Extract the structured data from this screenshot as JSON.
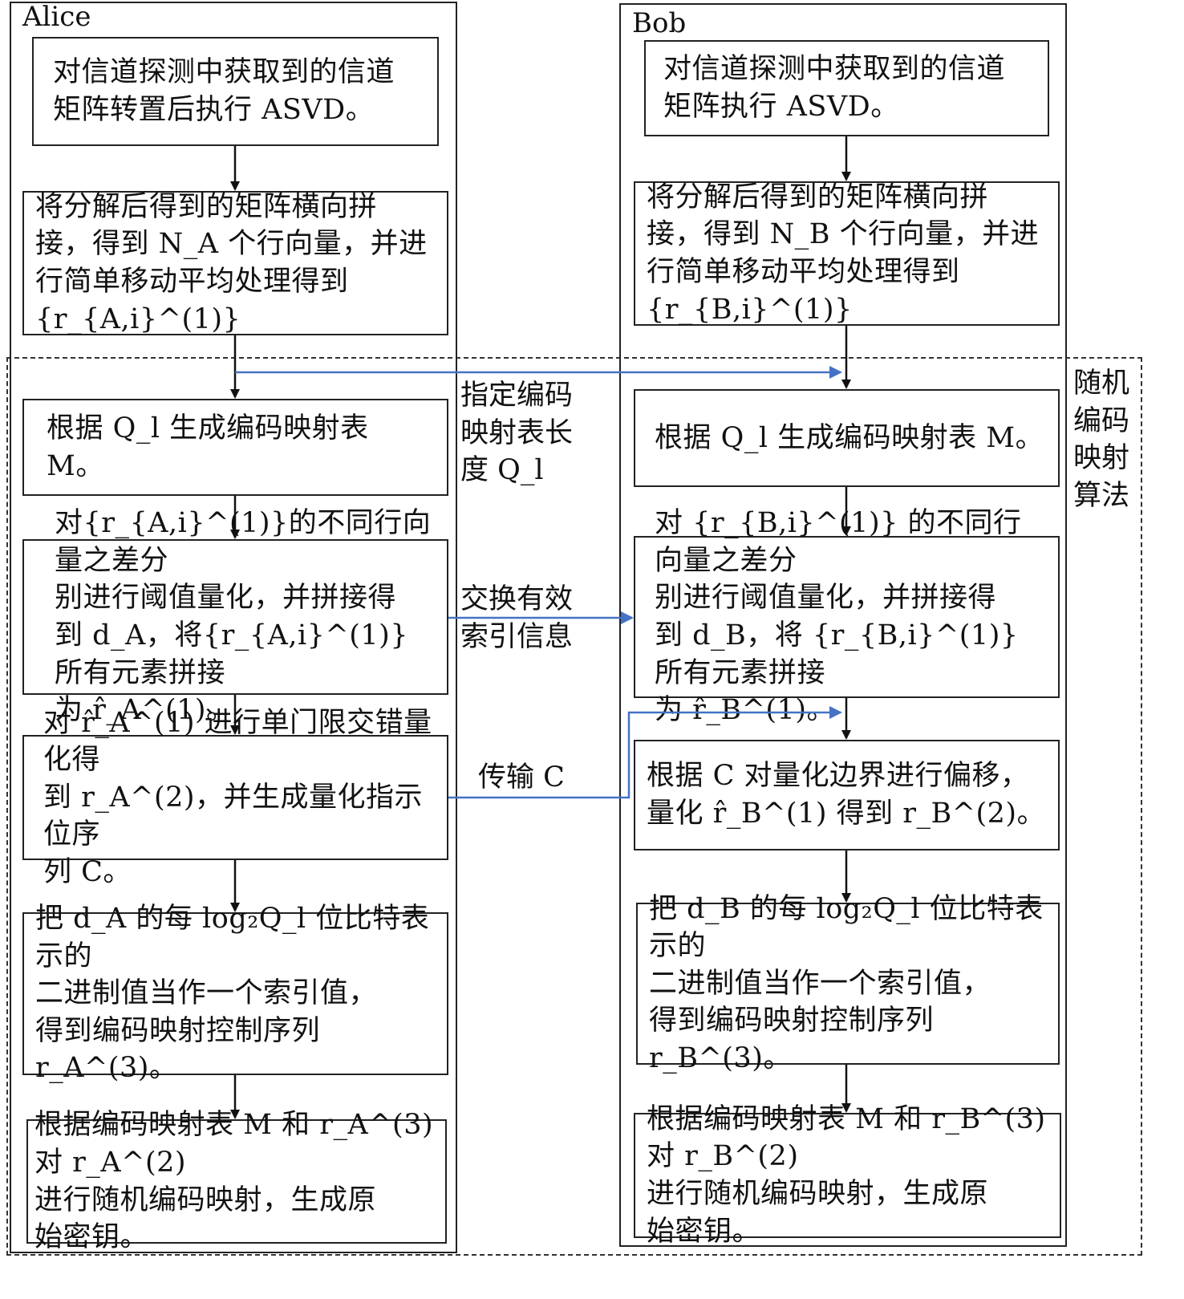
{
  "lanes": {
    "alice": "Alice",
    "bob": "Bob"
  },
  "alice_steps": [
    "对信道探测中获取到的信道\n矩阵转置后执行 ASVD。",
    "将分解后得到的矩阵横向拼\n接，得到 N_A 个行向量，并进\n行简单移动平均处理得到{r_{A,i}^(1)}",
    "根据 Q_l 生成编码映射表 M。",
    "对{r_{A,i}^(1)}的不同行向量之差分\n别进行阈值量化，并拼接得\n到 d_A，将{r_{A,i}^(1)}所有元素拼接\n为 r̂_A^(1)。",
    "对 r̂_A^(1) 进行单门限交错量化得\n到 r_A^(2)，并生成量化指示位序\n列 C。",
    "把 d_A 的每 log₂Q_l 位比特表示的\n二进制值当作一个索引值，\n得到编码映射控制序列 r_A^(3)。",
    "根据编码映射表 M 和 r_A^(3) 对 r_A^(2)\n进行随机编码映射，生成原\n始密钥。"
  ],
  "bob_steps": [
    "对信道探测中获取到的信道\n矩阵执行 ASVD。",
    "将分解后得到的矩阵横向拼\n接，得到 N_B 个行向量，并进\n行简单移动平均处理得到 {r_{B,i}^(1)}",
    "根据 Q_l 生成编码映射表 M。",
    "对 {r_{B,i}^(1)} 的不同行向量之差分\n别进行阈值量化，并拼接得\n到 d_B，将 {r_{B,i}^(1)} 所有元素拼接\n为 r̂_B^(1)。",
    "根据 C 对量化边界进行偏移，\n量化 r̂_B^(1) 得到 r_B^(2)。",
    "把 d_B 的每 log₂Q_l 位比特表示的\n二进制值当作一个索引值，\n得到编码映射控制序列 r_B^(3)。",
    "根据编码映射表 M 和 r_B^(3) 对 r_B^(2)\n进行随机编码映射，生成原\n始密钥。"
  ],
  "exchanges": {
    "codebook_length": "指定编码\n映射表长\n度 Q_l",
    "index_info": "交换有效\n索引信息",
    "transmit_c": "传输 C"
  },
  "region_label": "随机\n编码\n映射\n算法",
  "colors": {
    "exchange_arrow": "#4472c4",
    "flow_arrow": "#111111"
  }
}
